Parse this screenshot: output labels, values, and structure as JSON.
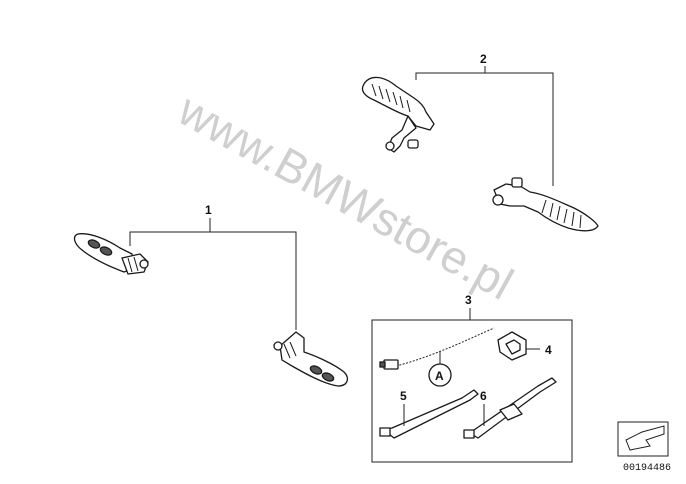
{
  "diagram": {
    "callouts": {
      "c1": "1",
      "c2": "2",
      "c3": "3",
      "c4": "4",
      "c5": "5",
      "c6": "6",
      "detail_a": "A"
    },
    "watermark": "www.BMWstore.pl",
    "reference_code": "00194486"
  }
}
